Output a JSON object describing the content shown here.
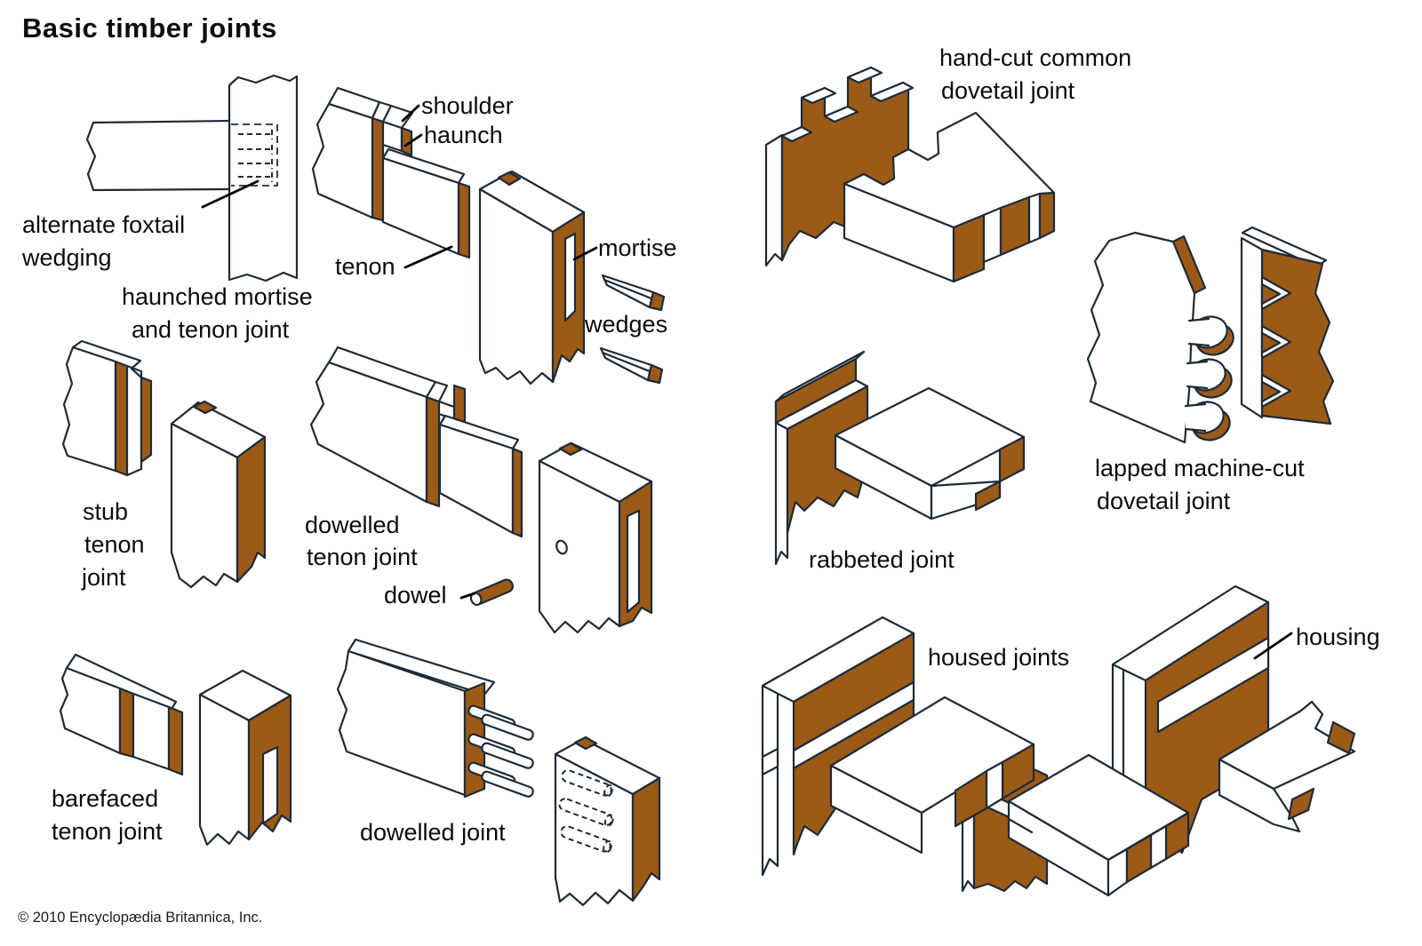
{
  "title": "Basic timber joints",
  "copyright": "© 2010 Encyclopædia Britannica, Inc.",
  "colors": {
    "wood": "#9c5a17",
    "outline": "#1d2b38",
    "background": "#ffffff",
    "text": "#0c0c0c"
  },
  "labels": {
    "alternate_foxtail": [
      "alternate foxtail",
      "wedging"
    ],
    "haunched": [
      "haunched mortise",
      "and tenon joint"
    ],
    "shoulder": "shoulder",
    "haunch": "haunch",
    "tenon": "tenon",
    "mortise": "mortise",
    "wedges": "wedges",
    "stub": [
      "stub",
      "tenon",
      "joint"
    ],
    "dowelled_tenon": [
      "dowelled",
      "tenon joint"
    ],
    "dowel": "dowel",
    "barefaced": [
      "barefaced",
      "tenon joint"
    ],
    "dowelled_joint": "dowelled joint",
    "hand_cut": [
      "hand-cut common",
      "dovetail joint"
    ],
    "lapped": [
      "lapped machine-cut",
      "dovetail joint"
    ],
    "rabbeted": "rabbeted joint",
    "housed": "housed joints",
    "housing": "housing"
  }
}
